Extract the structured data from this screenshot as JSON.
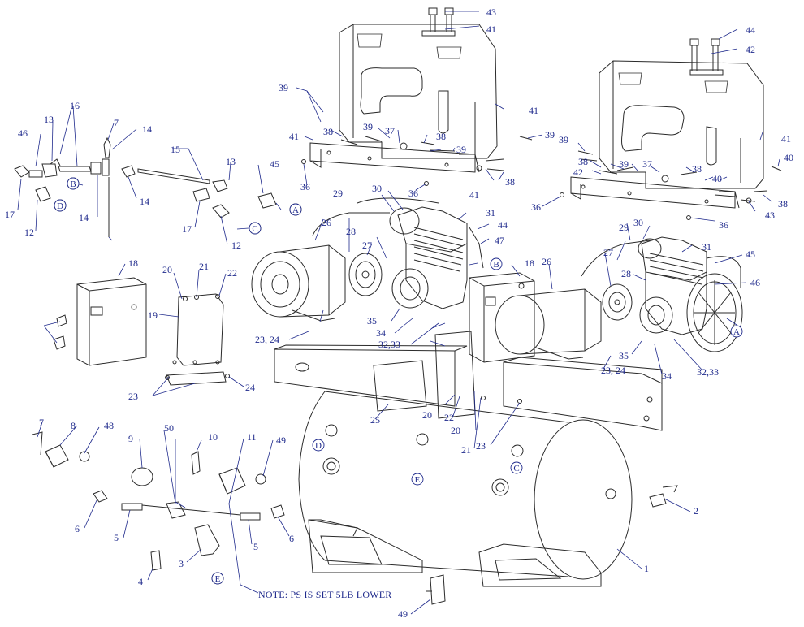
{
  "note": "NOTE: PS IS SET 5LB LOWER",
  "callouts": [
    "1",
    "2",
    "3",
    "4",
    "5",
    "5",
    "6",
    "6",
    "7",
    "7",
    "8",
    "9",
    "10",
    "11",
    "12",
    "12",
    "13",
    "13",
    "14",
    "14",
    "14",
    "15",
    "16",
    "17",
    "17",
    "18",
    "18",
    "19",
    "20",
    "20",
    "20",
    "21",
    "21",
    "22",
    "22",
    "23",
    "23",
    "23, 24",
    "23, 24",
    "24",
    "25",
    "26",
    "26",
    "27",
    "27",
    "28",
    "28",
    "29",
    "29",
    "30",
    "30",
    "31",
    "31",
    "32,33",
    "32,33",
    "34",
    "34",
    "35",
    "35",
    "36",
    "36",
    "36",
    "36",
    "37",
    "37",
    "38",
    "38",
    "38",
    "38",
    "38",
    "38",
    "39",
    "39",
    "39",
    "39",
    "39",
    "39",
    "40",
    "40",
    "41",
    "41",
    "41",
    "41",
    "41",
    "42",
    "42",
    "43",
    "43",
    "44",
    "44",
    "45",
    "45",
    "46",
    "46",
    "47",
    "48",
    "49",
    "49",
    "50"
  ],
  "connector_letters": [
    "A",
    "A",
    "B",
    "B",
    "C",
    "C",
    "D",
    "D",
    "E",
    "E"
  ]
}
